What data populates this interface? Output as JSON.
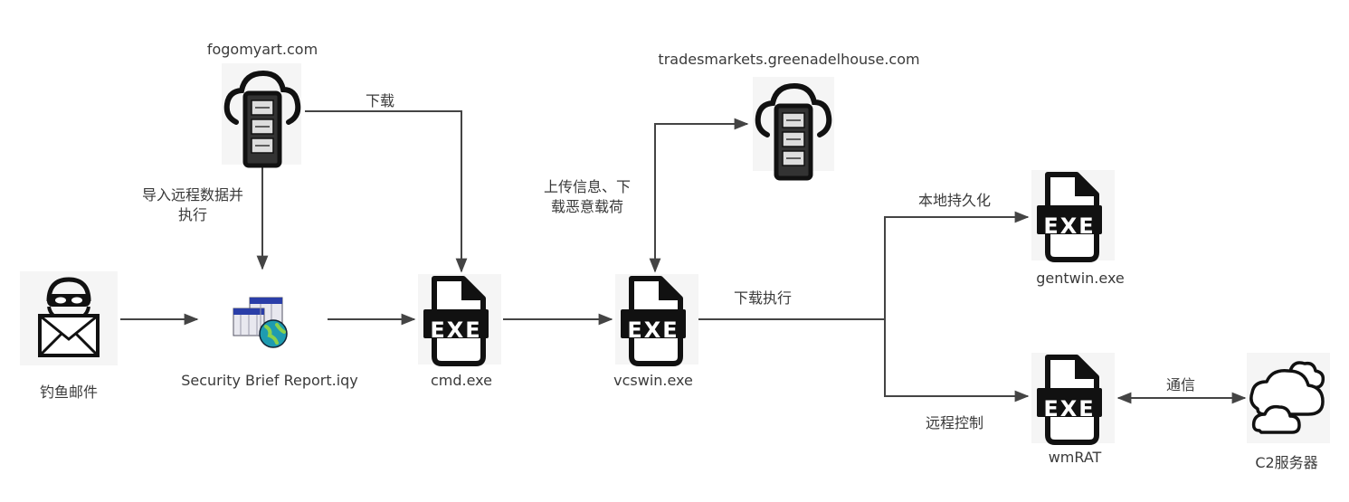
{
  "nodes": {
    "phishing": {
      "label": "钓鱼邮件",
      "icon": "phishing-mail-icon"
    },
    "iqy": {
      "label": "Security Brief Report.iqy",
      "icon": "iqy-web-query-icon"
    },
    "server1": {
      "label": "fogomyart.com",
      "icon": "cloud-server-icon"
    },
    "cmd": {
      "label": "cmd.exe",
      "icon": "exe-file-icon"
    },
    "vcswin": {
      "label": "vcswin.exe",
      "icon": "exe-file-icon"
    },
    "server2": {
      "label": "tradesmarkets.greenadelhouse.com",
      "icon": "cloud-server-icon"
    },
    "gentwin": {
      "label": "gentwin.exe",
      "icon": "exe-file-icon"
    },
    "wmrat": {
      "label": "wmRAT",
      "icon": "exe-file-icon"
    },
    "c2": {
      "label": "C2服务器",
      "icon": "cloud-icon"
    }
  },
  "edges": {
    "import_exec_line1": "导入远程数据并",
    "import_exec_line2": "执行",
    "download": "下载",
    "upload_line1": "上传信息、下",
    "upload_line2": "载恶意载荷",
    "download_exec": "下载执行",
    "persistence": "本地持久化",
    "remote_control": "远程控制",
    "communication": "通信"
  },
  "exe_badge": "EXE",
  "colors": {
    "line": "#444444",
    "icon": "#111111",
    "icon_bg": "#f5f5f5",
    "text": "#3a3a3a"
  }
}
